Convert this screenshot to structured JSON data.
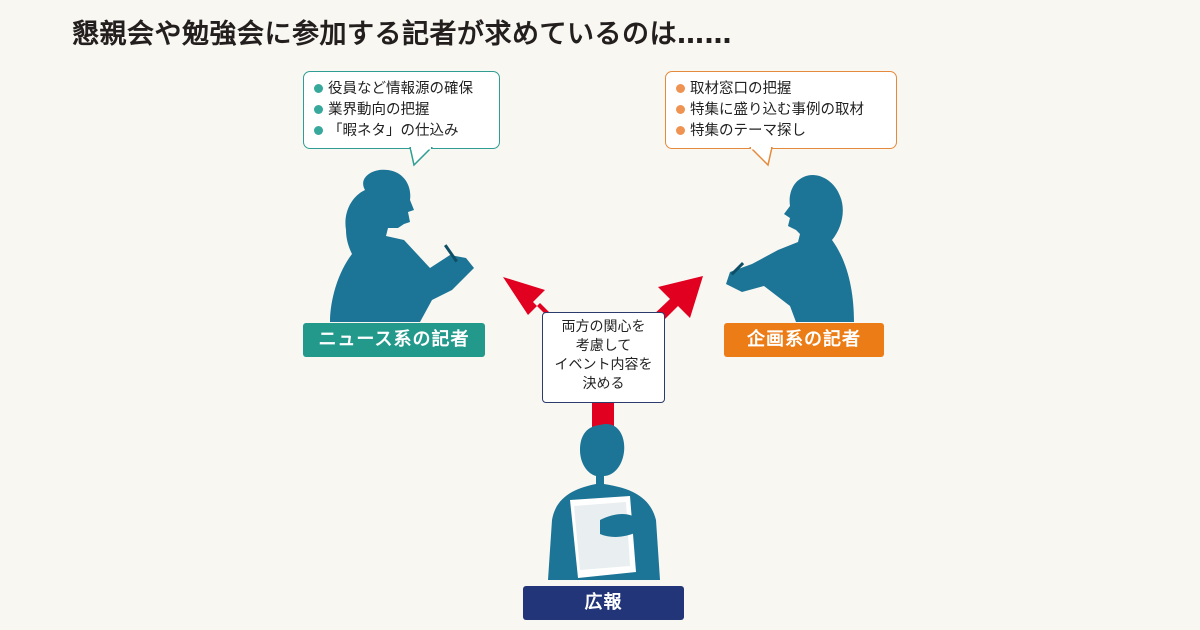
{
  "title": "懇親会や勉強会に参加する記者が求めているのは……",
  "news_bubble": {
    "items": [
      "役員など情報源の確保",
      "業界動向の把握",
      "「暇ネタ」の仕込み"
    ]
  },
  "plan_bubble": {
    "items": [
      "取材窓口の把握",
      "特集に盛り込む事例の取材",
      "特集のテーマ探し"
    ]
  },
  "labels": {
    "news": "ニュース系の記者",
    "plan": "企画系の記者",
    "pr": "広報"
  },
  "center_box": {
    "lines": [
      "両方の関心を",
      "考慮して",
      "イベント内容を",
      "決める"
    ]
  },
  "colors": {
    "teal": "#23998c",
    "orange": "#ec7c16",
    "navy": "#223579",
    "arrow_red": "#e1001f",
    "silhouette": "#1c7596"
  }
}
